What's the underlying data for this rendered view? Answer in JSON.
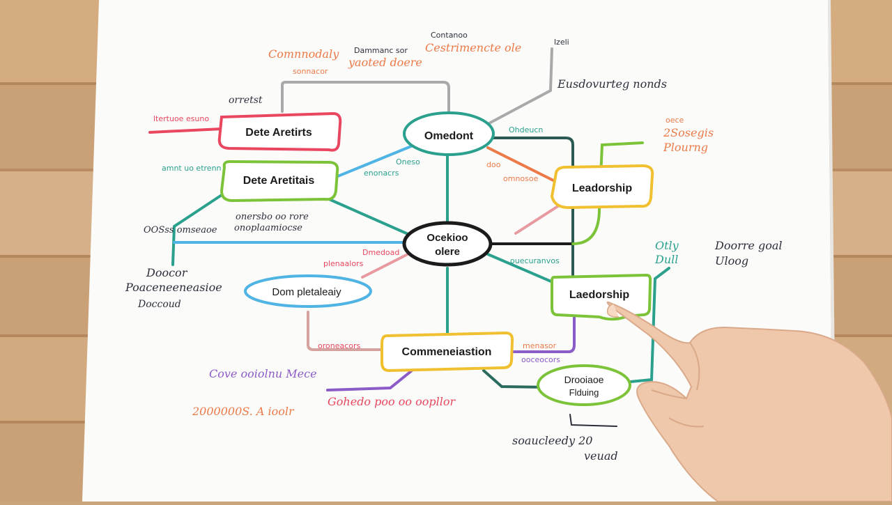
{
  "colors": {
    "paper": "#fbfbfa",
    "wood_light": "#d9b38a",
    "wood_dark": "#b98b5e",
    "ink_dark": "#2b2f3a",
    "red": "#e8475f",
    "orange": "#ec7a48",
    "green": "#7cc33a",
    "teal": "#2aa08d",
    "blue": "#4fb3e3",
    "yellow": "#f0c030",
    "purple": "#8b5bc7",
    "pink": "#e79aa0",
    "gray": "#a9a9a9",
    "black": "#1b1b1b",
    "skin": "#efc7ab"
  },
  "nodes": {
    "red_box": "Dete Aretirts",
    "green_box": "Dete Aretitais",
    "top_ellipse": "Omedont",
    "center_line1": "Ocekioo",
    "center_line2": "olere",
    "leadership_yellow": "Leadorship",
    "leadership_green": "Laedorship",
    "blue_ellipse": "Dom pletaleaiy",
    "communication": "Commeneiastion",
    "bottom_line1": "Drooiaoe",
    "bottom_line2": "Flduing"
  },
  "notes": {
    "top_left_a": "Comnnodaly",
    "top_left_b": "Dammanc sor",
    "top_left_c": "yaoted doere",
    "top_left_d": "sonnacor",
    "top_center_a": "Contanoo",
    "top_center_b": "Cestrimencte ole",
    "top_center_c": "lzeli",
    "top_right": "Eusdovurteg nonds",
    "left_small_a": "orretst",
    "left_small_b": "ltertuoe esuno",
    "left_mid": "amnt uo etrenn",
    "mid_a": "onersbo oo rore",
    "mid_b": "onoplaamiocse",
    "left_block_a": "OOSss omseaoe",
    "left_block_b": "Doocor",
    "left_block_c": "Poaceneeneasioe",
    "left_block_d": "Doccoud",
    "center_small_a": "Oneso",
    "center_small_b": "enonacrs",
    "center_small_c": "Ohdeucn",
    "center_small_d": "Dmedoad",
    "center_small_e": "plenaalors",
    "center_small_f": "ouecuranvos",
    "right_small_a": "doo",
    "right_small_b": "omnosoe",
    "right_small_c": "menasor",
    "right_orange_a": "oece",
    "right_orange_b": "2Sosegis",
    "right_orange_c": "Plourng",
    "right_mid_a": "Otly",
    "right_mid_b": "Dull",
    "right_mid_c": "Doorre goal",
    "right_mid_d": "Uloog",
    "bottom_small_a": "oroneacors",
    "bottom_small_b": "ooceocors",
    "bottom_left_purple": "Cove ooiolnu Mece",
    "bottom_left_orange": "2000000S. A ioolr",
    "bottom_center": "Gohedo poo oo oopllor",
    "bottom_right_a": "soaucleedy 20",
    "bottom_right_b": "veuad"
  }
}
